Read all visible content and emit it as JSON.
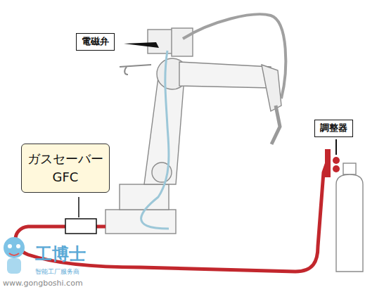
{
  "diagram": {
    "nodes": [
      {
        "text": [
          "電磁弁"
        ]
      },
      {
        "text": [
          "ガスセーバー GFC"
        ]
      },
      {
        "text": [
          "調整器"
        ]
      }
    ],
    "labels": [
      "工博士",
      "智能工厂服务商",
      "www.gongboshi.com"
    ]
  }
}
